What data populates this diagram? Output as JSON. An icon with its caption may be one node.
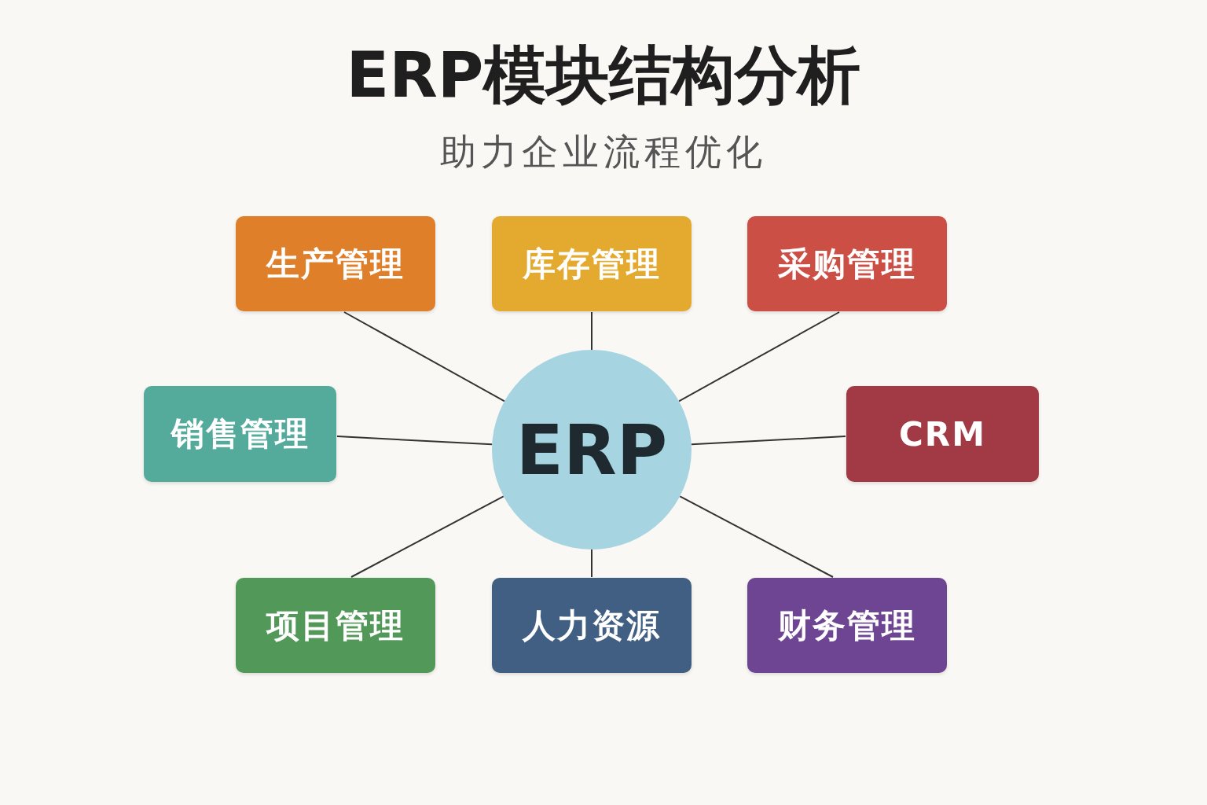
{
  "diagram": {
    "title": "ERP模块结构分析",
    "caption": "助力企业流程优化",
    "nodes": [
      {
        "text": [
          "生产管理"
        ]
      },
      {
        "text": [
          "库存管理"
        ]
      },
      {
        "text": [
          "采购管理"
        ]
      },
      {
        "text": [
          "销售管理"
        ]
      },
      {
        "text": [
          "ERP"
        ]
      },
      {
        "text": [
          "CRM"
        ]
      },
      {
        "text": [
          "项目管理"
        ]
      },
      {
        "text": [
          "人力资源"
        ]
      },
      {
        "text": [
          "财务管理"
        ]
      }
    ],
    "edges": [
      {
        "from": 4,
        "to": 0,
        "arrow": "none"
      },
      {
        "from": 4,
        "to": 1,
        "arrow": "none"
      },
      {
        "from": 4,
        "to": 2,
        "arrow": "none"
      },
      {
        "from": 4,
        "to": 3,
        "arrow": "none"
      },
      {
        "from": 4,
        "to": 5,
        "arrow": "none"
      },
      {
        "from": 4,
        "to": 6,
        "arrow": "none"
      },
      {
        "from": 4,
        "to": 7,
        "arrow": "none"
      },
      {
        "from": 4,
        "to": 8,
        "arrow": "none"
      }
    ]
  }
}
